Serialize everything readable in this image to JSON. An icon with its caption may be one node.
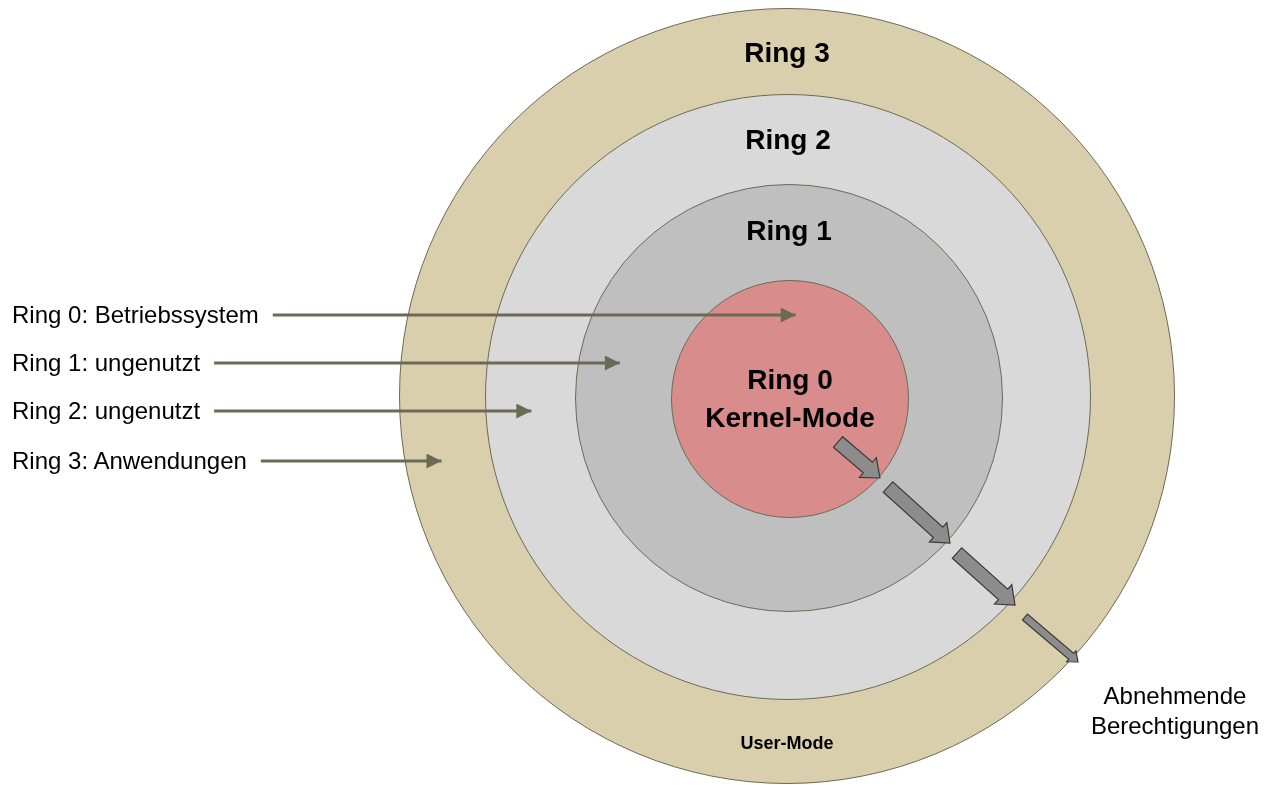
{
  "diagram": {
    "nodes": [
      {
        "text": [
          "Ring 3",
          "User-Mode"
        ]
      },
      {
        "text": [
          "Ring 2"
        ],
        "in": 0
      },
      {
        "text": [
          "Ring 1"
        ],
        "in": 1
      },
      {
        "text": [
          "Ring 0 Kernel-Mode"
        ],
        "in": 2
      },
      {
        "text": [
          "Ring 0: Betriebssystem"
        ]
      },
      {
        "text": [
          "Ring 1: ungenutzt"
        ]
      },
      {
        "text": [
          "Ring 2: ungenutzt"
        ]
      },
      {
        "text": [
          "Ring 3: Anwendungen"
        ]
      }
    ],
    "edges": [
      {
        "from": 4,
        "to": 3,
        "arrow": "to"
      },
      {
        "from": 5,
        "to": 2,
        "arrow": "to"
      },
      {
        "from": 6,
        "to": 1,
        "arrow": "to"
      },
      {
        "from": 7,
        "to": 0,
        "arrow": "to"
      }
    ],
    "labels": [
      "Abnehmende Berechtigungen"
    ]
  }
}
